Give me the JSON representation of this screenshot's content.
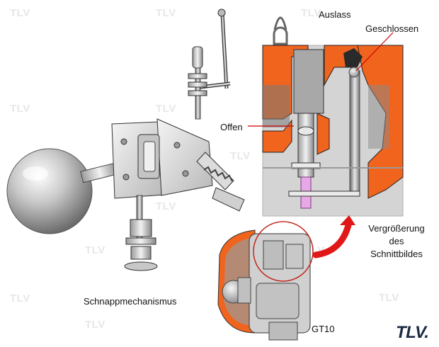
{
  "labels": {
    "outlet": "Auslass",
    "closed": "Geschlossen",
    "open": "Offen",
    "enlargement_line1": "Vergrößerung",
    "enlargement_line2": "des",
    "enlargement_line3": "Schnittbildes",
    "snap_mechanism": "Schnappmechanismus",
    "model": "GT10"
  },
  "watermark": "TLV",
  "logo": "TLV.",
  "colors": {
    "casing_orange": "#f0641e",
    "cutaway_bg": "#d4d4d4",
    "arrow_red": "#e01818",
    "logo_navy": "#1b2a44"
  }
}
